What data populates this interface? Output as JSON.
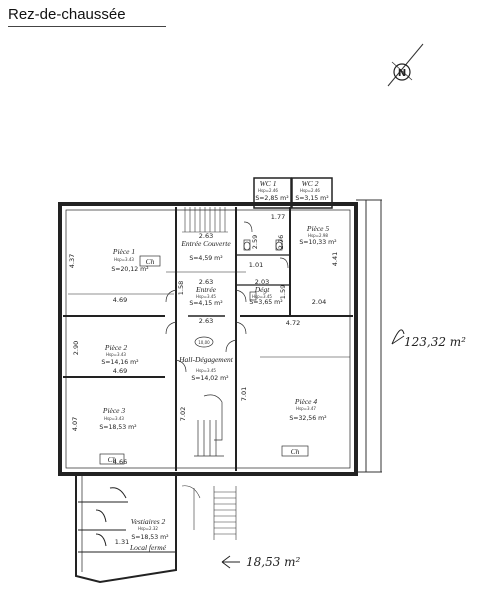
{
  "title": "Rez-de-chaussée",
  "compass": {
    "letter": "N"
  },
  "rooms": {
    "wc1": {
      "name": "WC 1",
      "height": "Hsp=2.46",
      "area": "S=2,85 m²"
    },
    "wc2": {
      "name": "WC 2",
      "height": "Hsp=2.46",
      "area": "S=3,15 m²"
    },
    "piece1": {
      "name": "Pièce 1",
      "height": "Hsp=3.43",
      "area": "S=20,12 m²"
    },
    "entree": {
      "name": "Entrée Couverte",
      "area": "S=4,59 m²"
    },
    "piece5": {
      "name": "Pièce 5",
      "height": "Hsp=2.98",
      "area": "S=10,33 m²"
    },
    "entree2": {
      "name": "Entrée",
      "height": "Hsp=3.45",
      "area": "S=4,15 m²"
    },
    "dgt": {
      "name": "Dégt",
      "height": "Hsp=3.45",
      "area": "S=3,65 m²"
    },
    "piece2": {
      "name": "Pièce 2",
      "height": "Hsp=3.43",
      "area": "S=14,16 m²"
    },
    "hall": {
      "name": "Hall-Dégagement",
      "height": "Hsp=3.45",
      "area": "S=14,02 m²"
    },
    "piece3": {
      "name": "Pièce 3",
      "height": "Hsp=3.43",
      "area": "S=18,53 m²"
    },
    "piece4": {
      "name": "Pièce 4",
      "height": "Hsp=3.47",
      "area": "S=32,56 m²"
    },
    "vest": {
      "name": "Vestiaires 2",
      "height": "Hsp=2.32",
      "area": "S=18,53 m²"
    },
    "local": {
      "name": "Local fermé"
    }
  },
  "chemineys": [
    "Ch",
    "Ch",
    "Ch"
  ],
  "ceiling_mark": "10,00",
  "dimensions": [
    "2.63",
    "4.37",
    "4.69",
    "1.77",
    "2.59",
    "2.76",
    "1.01",
    "4.41",
    "1.58",
    "2.63",
    "2.03",
    "1.59",
    "2.04",
    "2.63",
    "4.72",
    "2.90",
    "4.69",
    "7.02",
    "7.01",
    "4.07",
    "4.66",
    "1.31"
  ],
  "totals": {
    "main": "123,32 m²",
    "annex": "18,53 m²"
  }
}
